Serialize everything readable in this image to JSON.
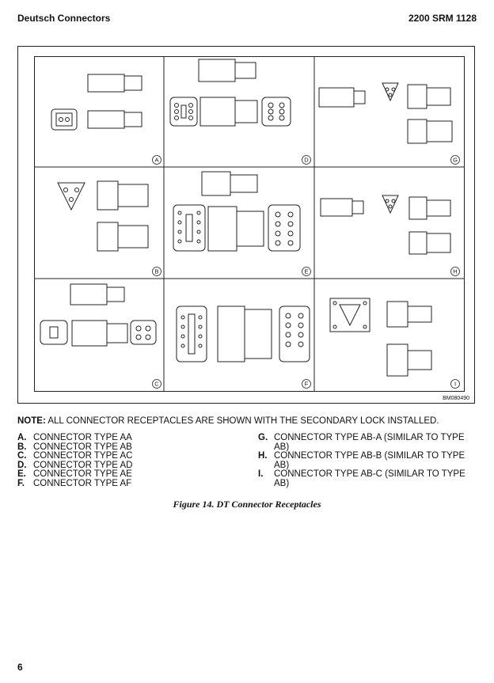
{
  "header": {
    "left": "Deutsch Connectors",
    "right": "2200 SRM 1128"
  },
  "figure": {
    "panels": [
      "A",
      "D",
      "G",
      "B",
      "E",
      "H",
      "C",
      "F",
      "I"
    ],
    "id": "BM080490"
  },
  "note": {
    "label": "NOTE:",
    "text": " ALL CONNECTOR RECEPTACLES ARE SHOWN WITH THE SECONDARY LOCK INSTALLED."
  },
  "legend_left": [
    {
      "key": "A.",
      "text": "CONNECTOR TYPE AA"
    },
    {
      "key": "B.",
      "text": "CONNECTOR TYPE AB"
    },
    {
      "key": "C.",
      "text": "CONNECTOR TYPE AC"
    },
    {
      "key": "D.",
      "text": "CONNECTOR TYPE AD"
    },
    {
      "key": "E.",
      "text": "CONNECTOR TYPE AE"
    },
    {
      "key": "F.",
      "text": "CONNECTOR TYPE AF"
    }
  ],
  "legend_right": [
    {
      "key": "G.",
      "text": "CONNECTOR TYPE AB-A (SIMILAR TO TYPE AB)"
    },
    {
      "key": "H.",
      "text": "CONNECTOR TYPE AB-B (SIMILAR TO TYPE AB)"
    },
    {
      "key": "I.",
      "text": "CONNECTOR TYPE AB-C (SIMILAR TO TYPE AB)"
    }
  ],
  "caption": "Figure 14. DT Connector Receptacles",
  "page_number": "6"
}
